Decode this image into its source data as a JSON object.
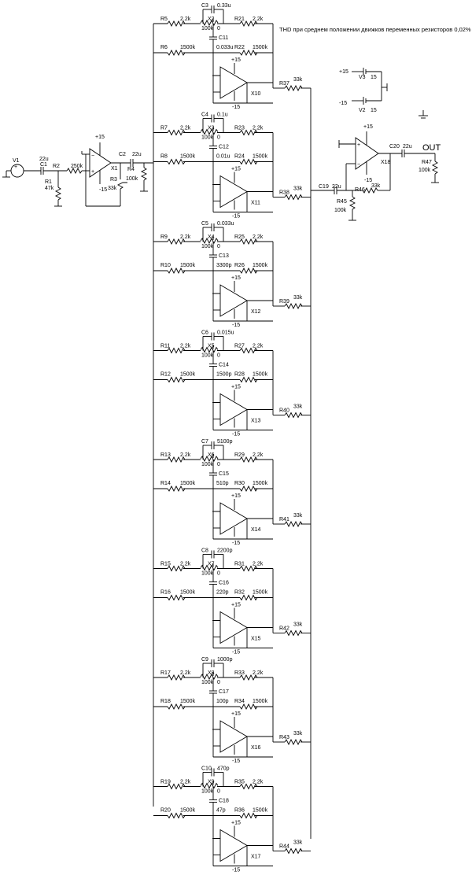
{
  "note": "THD при среднем положении движков переменных резисторов 0,02%",
  "input": {
    "source": "V1",
    "c1": {
      "name": "C1",
      "value": "22u"
    },
    "r1": {
      "name": "R1",
      "value": "47k"
    },
    "r2": {
      "name": "R2",
      "value": "250k"
    },
    "x1": "X1",
    "r3": {
      "name": "R3",
      "value": "33k"
    },
    "x1_pos": "+15",
    "x1_neg": "-15",
    "c2": {
      "name": "C2",
      "value": "22u"
    },
    "r4": {
      "name": "R4",
      "value": "100k"
    }
  },
  "bands": [
    {
      "ra": "R5",
      "ra_v": "2.2k",
      "cs": "C3",
      "cs_v": "0.33u",
      "pot": "X2",
      "pot_v": "100k",
      "pot_w": "0",
      "rb": "R21",
      "rb_v": "2.2k",
      "cp": "C11",
      "cp_v": "0.033u",
      "rc": "R6",
      "rc_v": "1500k",
      "rd": "R22",
      "rd_v": "1500k",
      "op": "X10",
      "vp": "+15",
      "vn": "-15",
      "ro": "R37",
      "ro_v": "33k"
    },
    {
      "ra": "R7",
      "ra_v": "2.2k",
      "cs": "C4",
      "cs_v": "0.1u",
      "pot": "X3",
      "pot_v": "100k",
      "pot_w": "0",
      "rb": "R23",
      "rb_v": "2.2k",
      "cp": "C12",
      "cp_v": "0.01u",
      "rc": "R8",
      "rc_v": "1500k",
      "rd": "R24",
      "rd_v": "1500k",
      "op": "X11",
      "vp": "+15",
      "vn": "-15",
      "ro": "R38",
      "ro_v": "33k"
    },
    {
      "ra": "R9",
      "ra_v": "2.2k",
      "cs": "C5",
      "cs_v": "0.033u",
      "pot": "X4",
      "pot_v": "100k",
      "pot_w": "0",
      "rb": "R25",
      "rb_v": "2.2k",
      "cp": "C13",
      "cp_v": "3300p",
      "rc": "R10",
      "rc_v": "1500k",
      "rd": "R26",
      "rd_v": "1500k",
      "op": "X12",
      "vp": "+15",
      "vn": "-15",
      "ro": "R39",
      "ro_v": "33k"
    },
    {
      "ra": "R11",
      "ra_v": "2.2k",
      "cs": "C6",
      "cs_v": "0.015u",
      "pot": "X5",
      "pot_v": "100k",
      "pot_w": "0",
      "rb": "R27",
      "rb_v": "2.2k",
      "cp": "C14",
      "cp_v": "1500p",
      "rc": "R12",
      "rc_v": "1500k",
      "rd": "R28",
      "rd_v": "1500k",
      "op": "X13",
      "vp": "+15",
      "vn": "-15",
      "ro": "R40",
      "ro_v": "33k"
    },
    {
      "ra": "R13",
      "ra_v": "2.2k",
      "cs": "C7",
      "cs_v": "5100p",
      "pot": "X6",
      "pot_v": "100k",
      "pot_w": "0",
      "rb": "R29",
      "rb_v": "2.2k",
      "cp": "C15",
      "cp_v": "510p",
      "rc": "R14",
      "rc_v": "1500k",
      "rd": "R30",
      "rd_v": "1500k",
      "op": "X14",
      "vp": "+15",
      "vn": "-15",
      "ro": "R41",
      "ro_v": "33k"
    },
    {
      "ra": "R15",
      "ra_v": "2.2k",
      "cs": "C8",
      "cs_v": "2200p",
      "pot": "X7",
      "pot_v": "100k",
      "pot_w": "0",
      "rb": "R31",
      "rb_v": "2.2k",
      "cp": "C16",
      "cp_v": "220p",
      "rc": "R16",
      "rc_v": "1500k",
      "rd": "R32",
      "rd_v": "1500k",
      "op": "X15",
      "vp": "+15",
      "vn": "-15",
      "ro": "R42",
      "ro_v": "33k"
    },
    {
      "ra": "R17",
      "ra_v": "2.2k",
      "cs": "C9",
      "cs_v": "1000p",
      "pot": "X8",
      "pot_v": "100k",
      "pot_w": "0",
      "rb": "R33",
      "rb_v": "2.2k",
      "cp": "C17",
      "cp_v": "100p",
      "rc": "R18",
      "rc_v": "1500k",
      "rd": "R34",
      "rd_v": "1500k",
      "op": "X16",
      "vp": "+15",
      "vn": "-15",
      "ro": "R43",
      "ro_v": "33k"
    },
    {
      "ra": "R19",
      "ra_v": "2.2k",
      "cs": "C10",
      "cs_v": "470p",
      "pot": "X9",
      "pot_v": "100k",
      "pot_w": "0",
      "rb": "R35",
      "rb_v": "2.2k",
      "cp": "C18",
      "cp_v": "47p",
      "rc": "R20",
      "rc_v": "1500k",
      "rd": "R36",
      "rd_v": "1500k",
      "op": "X17",
      "vp": "+15",
      "vn": "-15",
      "ro": "R44",
      "ro_v": "33k"
    }
  ],
  "supply": {
    "v3": {
      "label": "+15",
      "name": "V3",
      "value": "15"
    },
    "v2": {
      "label": "-15",
      "name": "V2",
      "value": "15"
    }
  },
  "output": {
    "c19": {
      "name": "C19",
      "value": "22u"
    },
    "r45": {
      "name": "R45",
      "value": "100k"
    },
    "r46": {
      "name": "R46",
      "value": "33k"
    },
    "x18": "X18",
    "x18_pos": "+15",
    "x18_neg": "-15",
    "c20": {
      "name": "C20",
      "value": "22u"
    },
    "out": "OUT",
    "r47": {
      "name": "R47",
      "value": "100k"
    }
  }
}
